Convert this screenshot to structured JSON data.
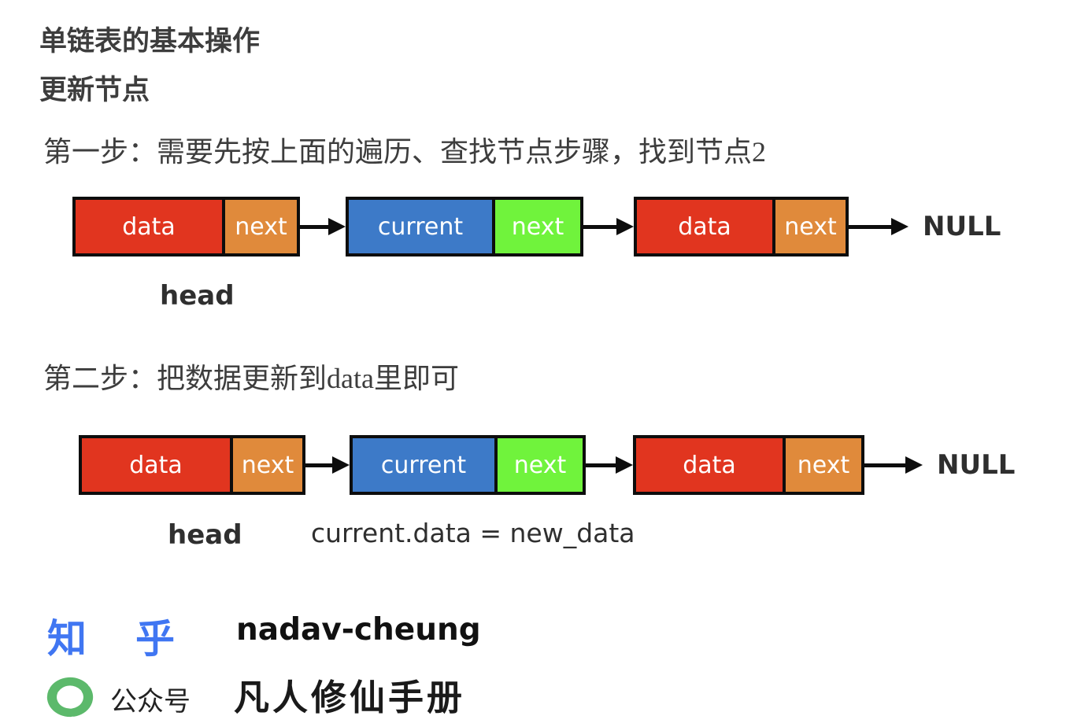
{
  "title": "单链表的基本操作",
  "subtitle": "更新节点",
  "step1": {
    "label": "第一步：需要先按上面的遍历、查找节点步骤，找到节点2"
  },
  "step2": {
    "label": "第二步：把数据更新到data里即可"
  },
  "colors": {
    "data_red": "#E1351F",
    "next_orange": "#E08A3B",
    "current_blue": "#3D7AC8",
    "next_green": "#70F33C",
    "border_black": "#0d0d0d",
    "zhihu_blue": "#4076F2",
    "wechat_green": "#5CB96B"
  },
  "diagram1": {
    "node1": {
      "data": "data",
      "next": "next"
    },
    "node2": {
      "data": "current",
      "next": "next"
    },
    "node3": {
      "data": "data",
      "next": "next"
    },
    "terminator": "NULL",
    "head_label": "head"
  },
  "diagram2": {
    "node1": {
      "data": "data",
      "next": "next"
    },
    "node2": {
      "data": "current",
      "next": "next"
    },
    "node3": {
      "data": "data",
      "next": "next"
    },
    "terminator": "NULL",
    "head_label": "head",
    "code_label": "current.data = new_data"
  },
  "footer": {
    "zhihu_char1": "知",
    "zhihu_char2": "乎",
    "author": "nadav-cheung",
    "wechat_label": "公众号",
    "wechat_account": "凡人修仙手册"
  }
}
